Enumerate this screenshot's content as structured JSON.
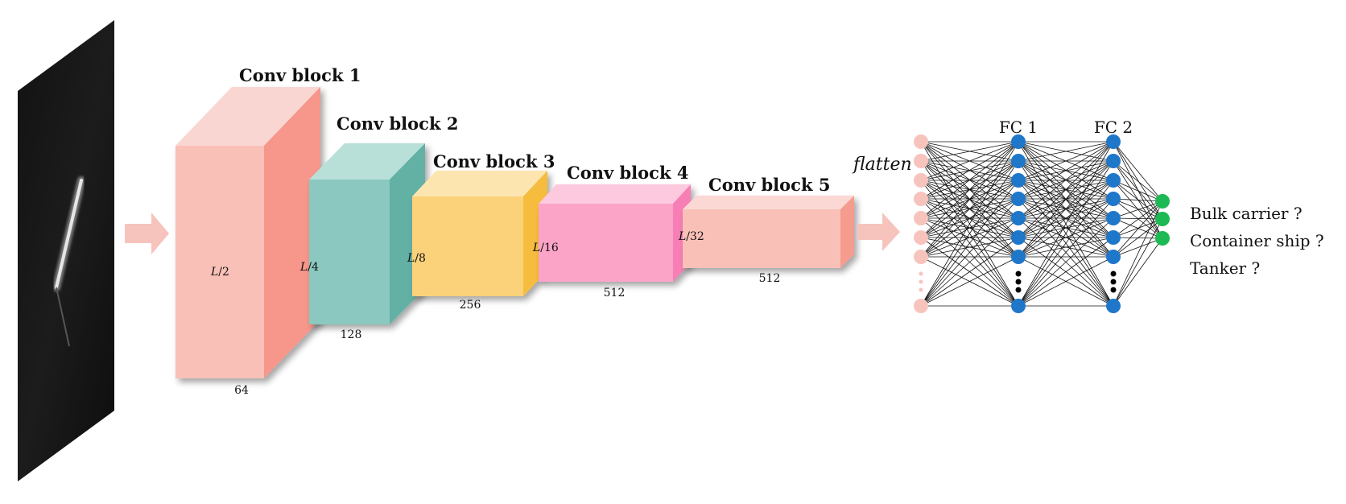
{
  "input_image": {
    "name": "sar-ship-image"
  },
  "conv_blocks": [
    {
      "title": "Conv block 1",
      "spatial_label": "L/2",
      "spatial_num": "L",
      "spatial_den": "/2",
      "channels": "64",
      "front": "#f9c0b8",
      "side": "#f7968a",
      "top": "#fad6d2"
    },
    {
      "title": "Conv block 2",
      "spatial_label": "L/4",
      "spatial_num": "L",
      "spatial_den": "/4",
      "channels": "128",
      "front": "#8bc8bf",
      "side": "#62b1a4",
      "top": "#b8e0d9"
    },
    {
      "title": "Conv block 3",
      "spatial_label": "L/8",
      "spatial_num": "L",
      "spatial_den": "/8",
      "channels": "256",
      "front": "#fbd27a",
      "side": "#f6bc3e",
      "top": "#fde5b0"
    },
    {
      "title": "Conv block 4",
      "spatial_label": "L/16",
      "spatial_num": "L",
      "spatial_den": "/16",
      "channels": "512",
      "front": "#fba4c8",
      "side": "#f77fb5",
      "top": "#fcc9de"
    },
    {
      "title": "Conv block 5",
      "spatial_label": "L/32",
      "spatial_num": "L",
      "spatial_den": "/32",
      "channels": "512",
      "front": "#f9c0b8",
      "side": "#f59c8f",
      "top": "#fbd8d3"
    }
  ],
  "flatten_label": "flatten",
  "fc_layers": [
    {
      "title": "FC 1"
    },
    {
      "title": "FC 2"
    }
  ],
  "colors": {
    "arrow": "#f7c4bd",
    "input_nodes": "#f7c4bd",
    "fc_nodes": "#1f77c9",
    "output_nodes": "#1db954",
    "edges": "#111111"
  },
  "classes": [
    "Bulk carrier ?",
    "Container ship ?",
    "Tanker ?"
  ]
}
